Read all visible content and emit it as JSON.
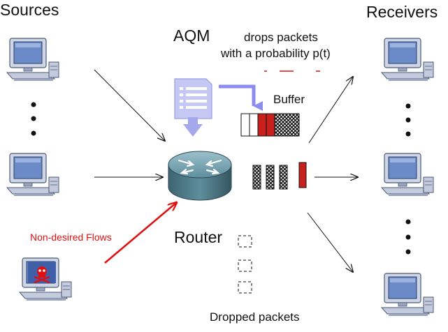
{
  "labels": {
    "sources": "Sources",
    "receivers": "Receivers",
    "aqm": "AQM",
    "drops_line1": "drops packets",
    "drops_line2": "with a probability p(t)",
    "buffer": "Buffer",
    "router": "Router",
    "dropped": "Dropped packets",
    "non_desired": "Non-desired Flows"
  },
  "colors": {
    "text": "#111111",
    "red": "#e01010",
    "packet_red": "#c8201c",
    "aqm_blue": "#8c8cf0",
    "router_teal": "#5e8e9c"
  },
  "icons": {
    "source_computer": "computer-icon",
    "malicious_computer": "skull-crossbones-icon",
    "router": "router-icon",
    "aqm": "document-list-icon"
  }
}
